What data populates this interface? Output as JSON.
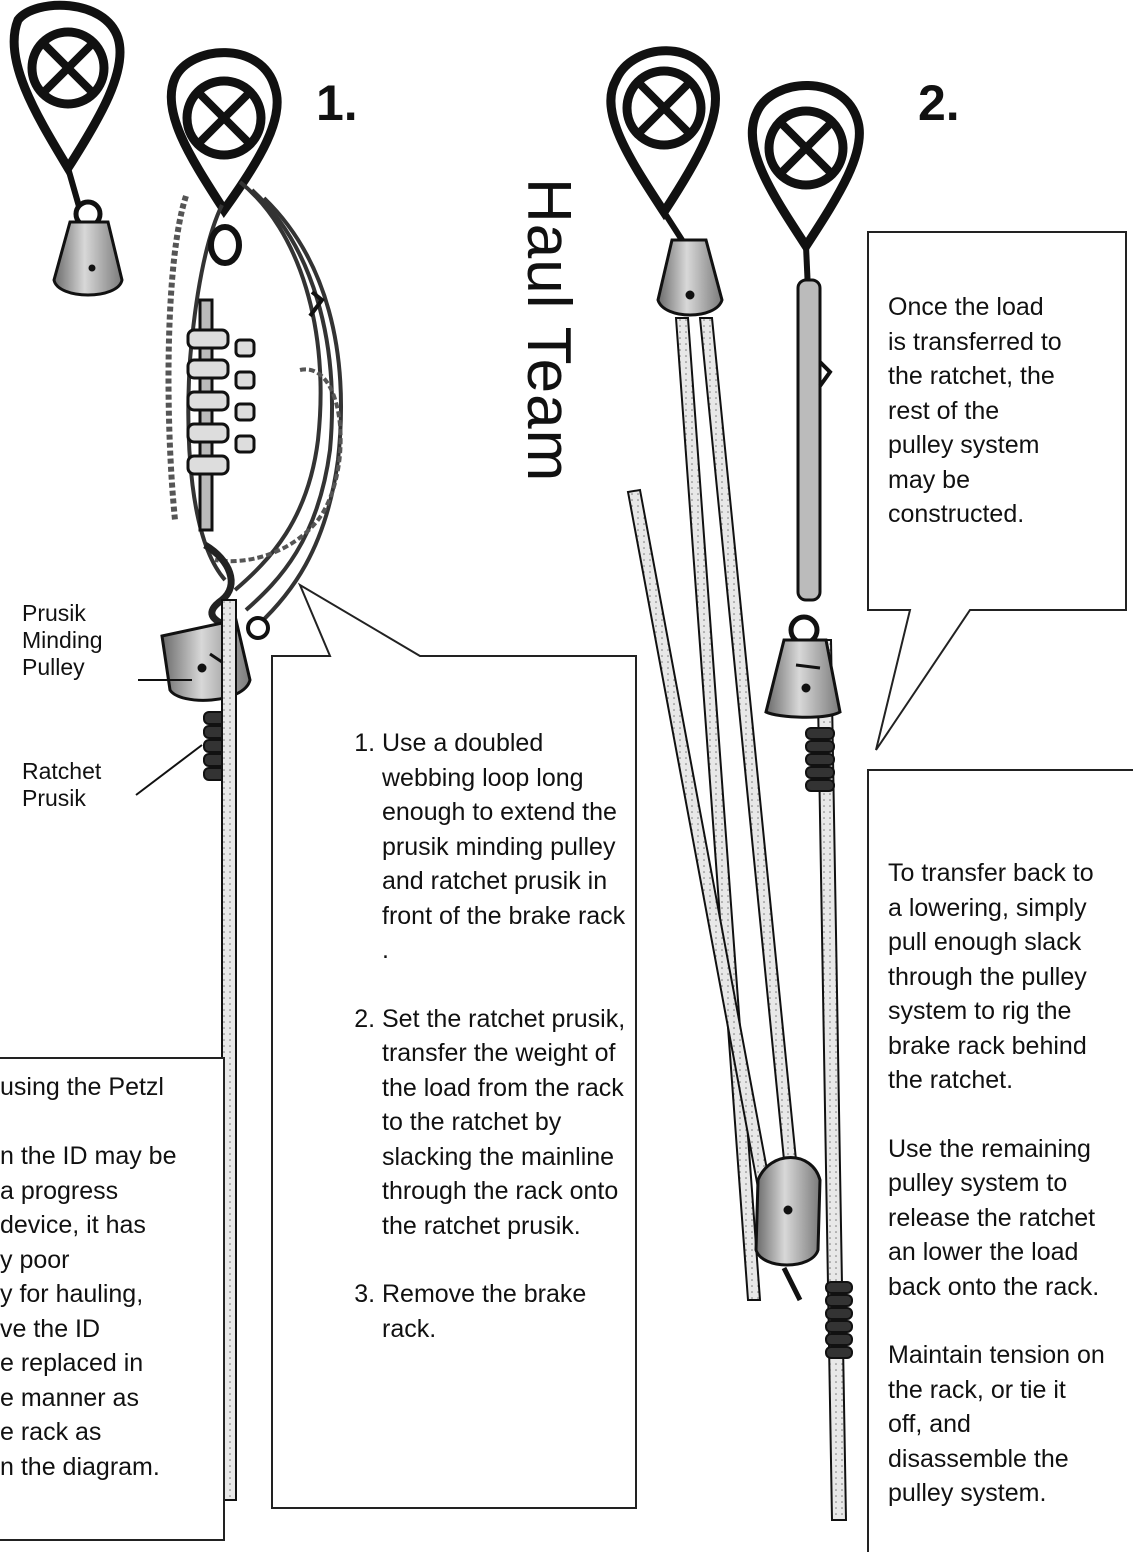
{
  "panel1": {
    "number": "1.",
    "labels": {
      "prusik_minding_pulley": [
        "Prusik",
        "Minding",
        "Pulley"
      ],
      "ratchet_prusik": [
        "Ratchet",
        "Prusik"
      ]
    },
    "steps": [
      "Use a doubled webbing loop long enough to extend the prusik minding pulley and ratchet prusik in front of the brake rack .",
      "Set the ratchet prusik, transfer the weight of the load from the rack to the ratchet by slacking the mainline through the rack onto the ratchet prusik.",
      "Remove the brake rack."
    ],
    "side_note_lines": [
      "using the Petzl",
      "",
      "n the ID may be",
      "a progress",
      "device, it has",
      "y poor",
      "y for hauling,",
      "ve the ID",
      "e replaced in",
      "e manner as",
      "e rack as",
      "n the diagram."
    ]
  },
  "panel2": {
    "number": "2.",
    "haul_team_label": "Haul Team",
    "callout_lines": [
      "Once the load",
      "is transferred to",
      "the ratchet, the",
      "rest of the",
      "pulley system",
      "may be",
      "constructed."
    ],
    "instructions": [
      [
        "To transfer back to",
        "a lowering, simply",
        "pull enough slack",
        "through the pulley",
        "system to rig the",
        "brake rack behind",
        "the ratchet."
      ],
      [
        "Use the remaining",
        "pulley system to",
        "release the ratchet",
        "an lower the load",
        "back onto the rack."
      ],
      [
        "Maintain tension on",
        "the rack, or tie it",
        "off, and",
        "disassemble the",
        "pulley system."
      ]
    ]
  }
}
